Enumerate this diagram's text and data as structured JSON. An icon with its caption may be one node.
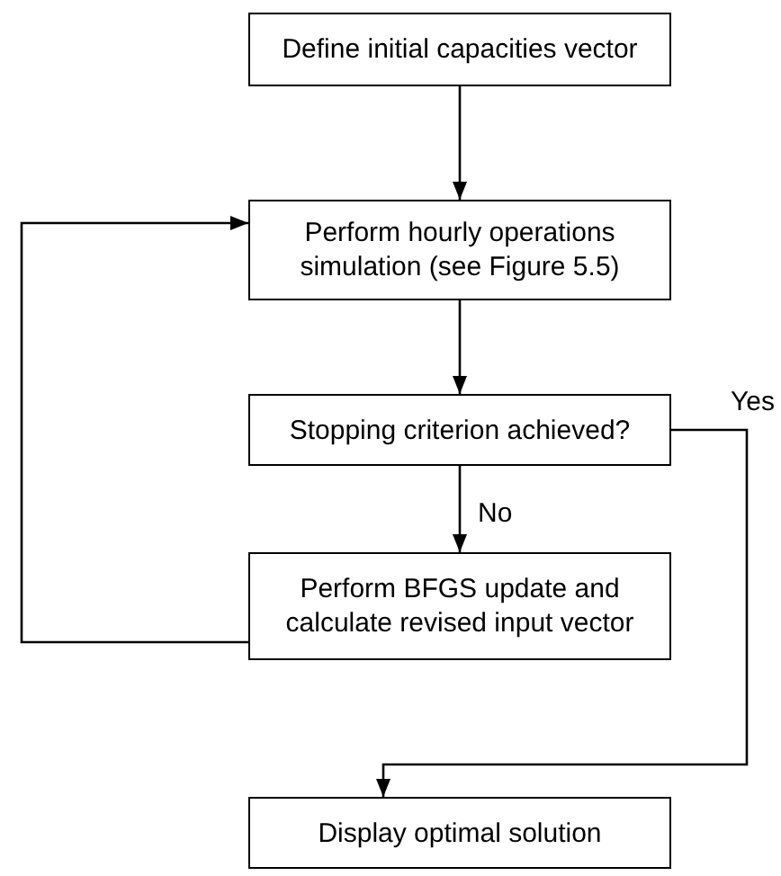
{
  "diagram": {
    "nodes": [
      {
        "text": [
          "Define initial capacities vector"
        ]
      },
      {
        "text": [
          "Perform hourly operations simulation (see Figure 5.5)"
        ]
      },
      {
        "text": [
          "Stopping criterion achieved?"
        ]
      },
      {
        "text": [
          "Perform BFGS update and calculate revised input vector"
        ]
      },
      {
        "text": [
          "Display optimal solution"
        ]
      }
    ],
    "edges": [
      {
        "from": 0,
        "to": 1,
        "arrow": "to"
      },
      {
        "from": 1,
        "to": 2,
        "arrow": "to"
      },
      {
        "from": 2,
        "to": 3,
        "arrow": "to",
        "label": "No"
      },
      {
        "from": 3,
        "to": 1,
        "arrow": "to"
      },
      {
        "from": 2,
        "to": 4,
        "arrow": "to",
        "label": "Yes"
      }
    ]
  }
}
